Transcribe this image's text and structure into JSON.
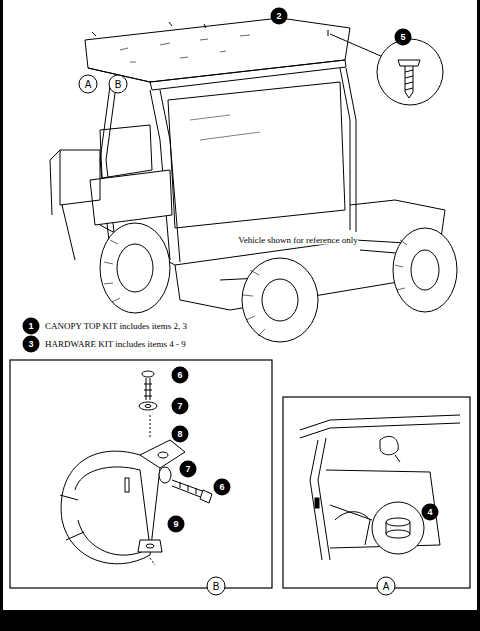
{
  "diagram": {
    "labels": [
      "2",
      "5",
      "A",
      "B",
      "Vehicle shown for reference only",
      "1",
      "CANOPY TOP KIT includes items 2, 3",
      "3",
      "HARDWARE KIT includes items 4 - 9",
      "6",
      "7",
      "8",
      "7",
      "6",
      "9",
      "B",
      "4",
      "A"
    ]
  }
}
